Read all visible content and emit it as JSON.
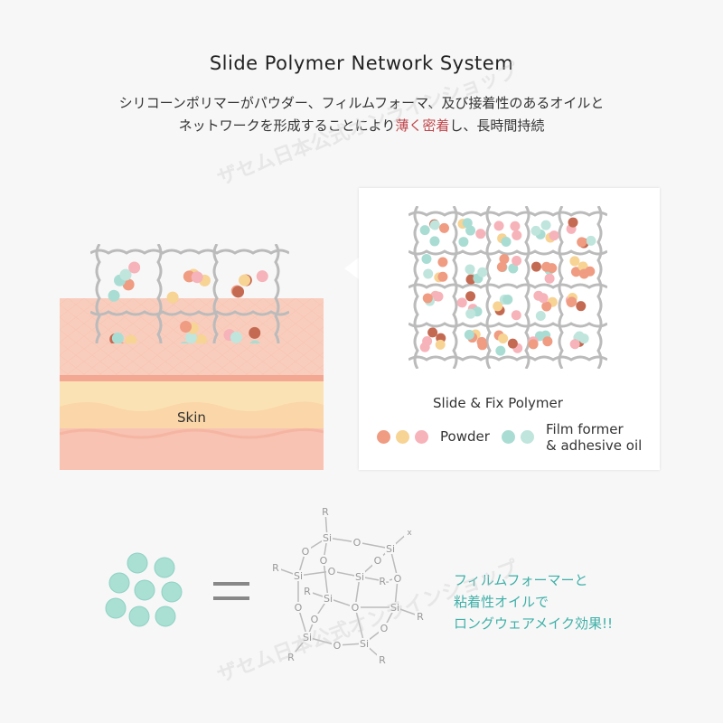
{
  "title": "Slide Polymer Network System",
  "description": {
    "line1": "シリコーンポリマーがパウダー、フィルムフォーマ、及び接着性のあるオイルと",
    "line2_before": "ネットワークを形成することにより",
    "line2_highlight": "薄く密着",
    "line2_after": "し、長時間持続"
  },
  "skin_label": "Skin",
  "panel": {
    "title": "Slide & Fix Polymer",
    "legend_powder": "Powder",
    "legend_film_line1": "Film former",
    "legend_film_line2": "& adhesive oil"
  },
  "teal_text": {
    "line1": "フィルムフォーマーと",
    "line2": "粘着性オイルで",
    "line3": "ロングウェアメイク効果!!"
  },
  "molecule": {
    "atoms": [
      "Si",
      "O",
      "Si",
      "x",
      "R",
      "O",
      "R",
      "Si",
      "O",
      "O",
      "Si",
      "R-",
      "O",
      "O",
      "R",
      "Si",
      "O",
      "Si",
      "R",
      "O",
      "O",
      "O",
      "Si",
      "O",
      "Si",
      "R",
      "R"
    ]
  },
  "watermark": "ザセム日本公式オンラインショップ",
  "colors": {
    "powder": [
      "#ef9c82",
      "#f7d394",
      "#f6b3b9"
    ],
    "film": [
      "#a9ddd3",
      "#bfe5dc"
    ],
    "dark": "#c56a52",
    "highlight": "#c0464a",
    "teal": "#3fb0a8"
  }
}
